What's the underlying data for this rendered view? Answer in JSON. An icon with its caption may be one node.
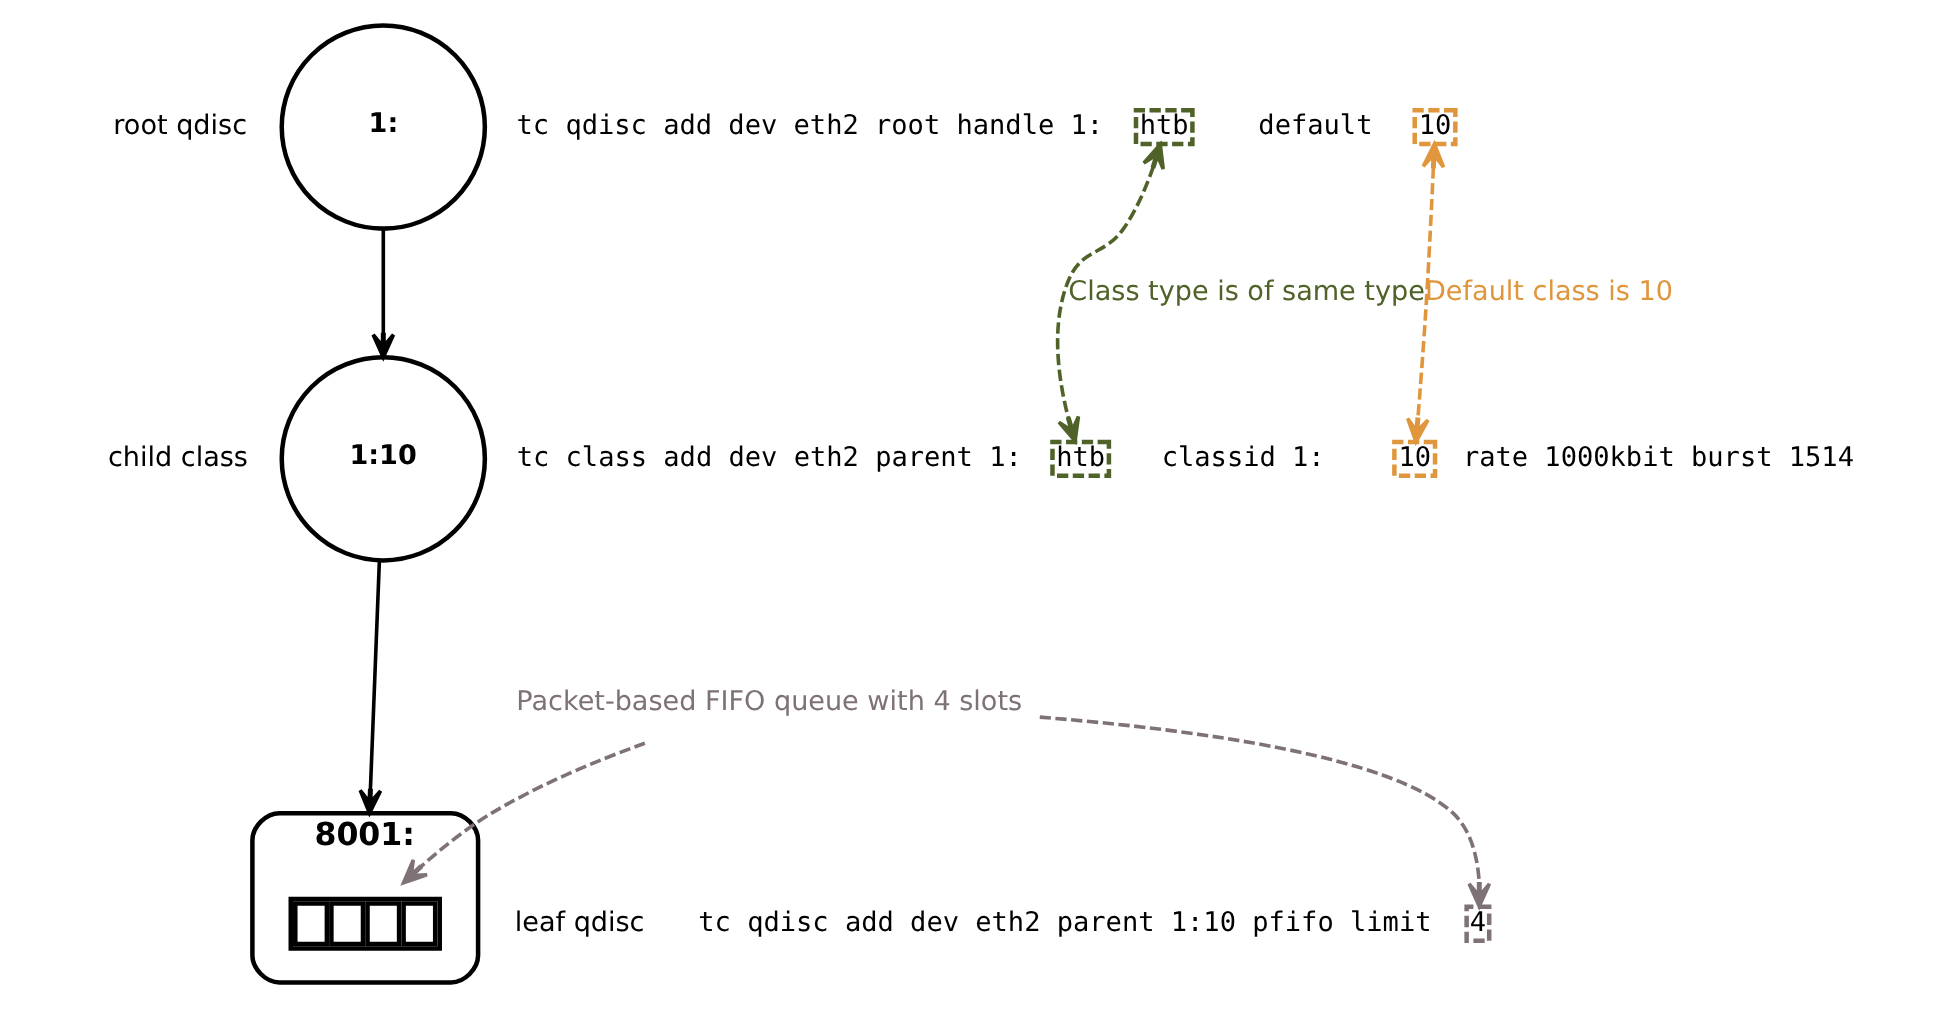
{
  "diagram": {
    "nodes": [
      {
        "text": [
          "1:"
        ],
        "beside": [
          "root qdisc"
        ]
      },
      {
        "text": [
          "htb"
        ]
      },
      {
        "text": [
          "10"
        ]
      },
      {
        "text": [
          "1:10"
        ],
        "beside": [
          "child class"
        ]
      },
      {
        "text": [
          "htb"
        ]
      },
      {
        "text": [
          "10"
        ]
      },
      {
        "text": [
          "Packet-based FIFO queue with 4 slots"
        ]
      },
      {
        "text": [
          "8001:"
        ],
        "beside": [
          "leaf qdisc"
        ]
      },
      {
        "text": [],
        "shape": "box",
        "in": 7
      },
      {
        "text": [
          "4"
        ]
      }
    ],
    "edges": [
      {
        "from": 0,
        "to": 3,
        "arrow": "to"
      },
      {
        "from": 3,
        "to": 7,
        "arrow": "to"
      },
      {
        "from": 1,
        "to": 4,
        "arrow": "both",
        "label": "Class type is of same type",
        "style": "dashed",
        "color": "#4f6228"
      },
      {
        "from": 2,
        "to": 5,
        "arrow": "both",
        "label": "Default class is 10",
        "style": "dashed",
        "color": "#e0963c"
      },
      {
        "from": 6,
        "to": 8,
        "arrow": "to",
        "style": "dashed",
        "color": "#7f7277"
      },
      {
        "from": 6,
        "to": 9,
        "arrow": "to",
        "style": "dashed",
        "color": "#7f7277"
      }
    ],
    "labels": [
      "tc qdisc add dev eth2 root handle 1:",
      "default",
      "tc class add dev eth2 parent 1:",
      "classid 1:",
      "rate 1000kbit burst 1514",
      "tc qdisc add dev eth2 parent 1:10 pfifo limit"
    ]
  }
}
